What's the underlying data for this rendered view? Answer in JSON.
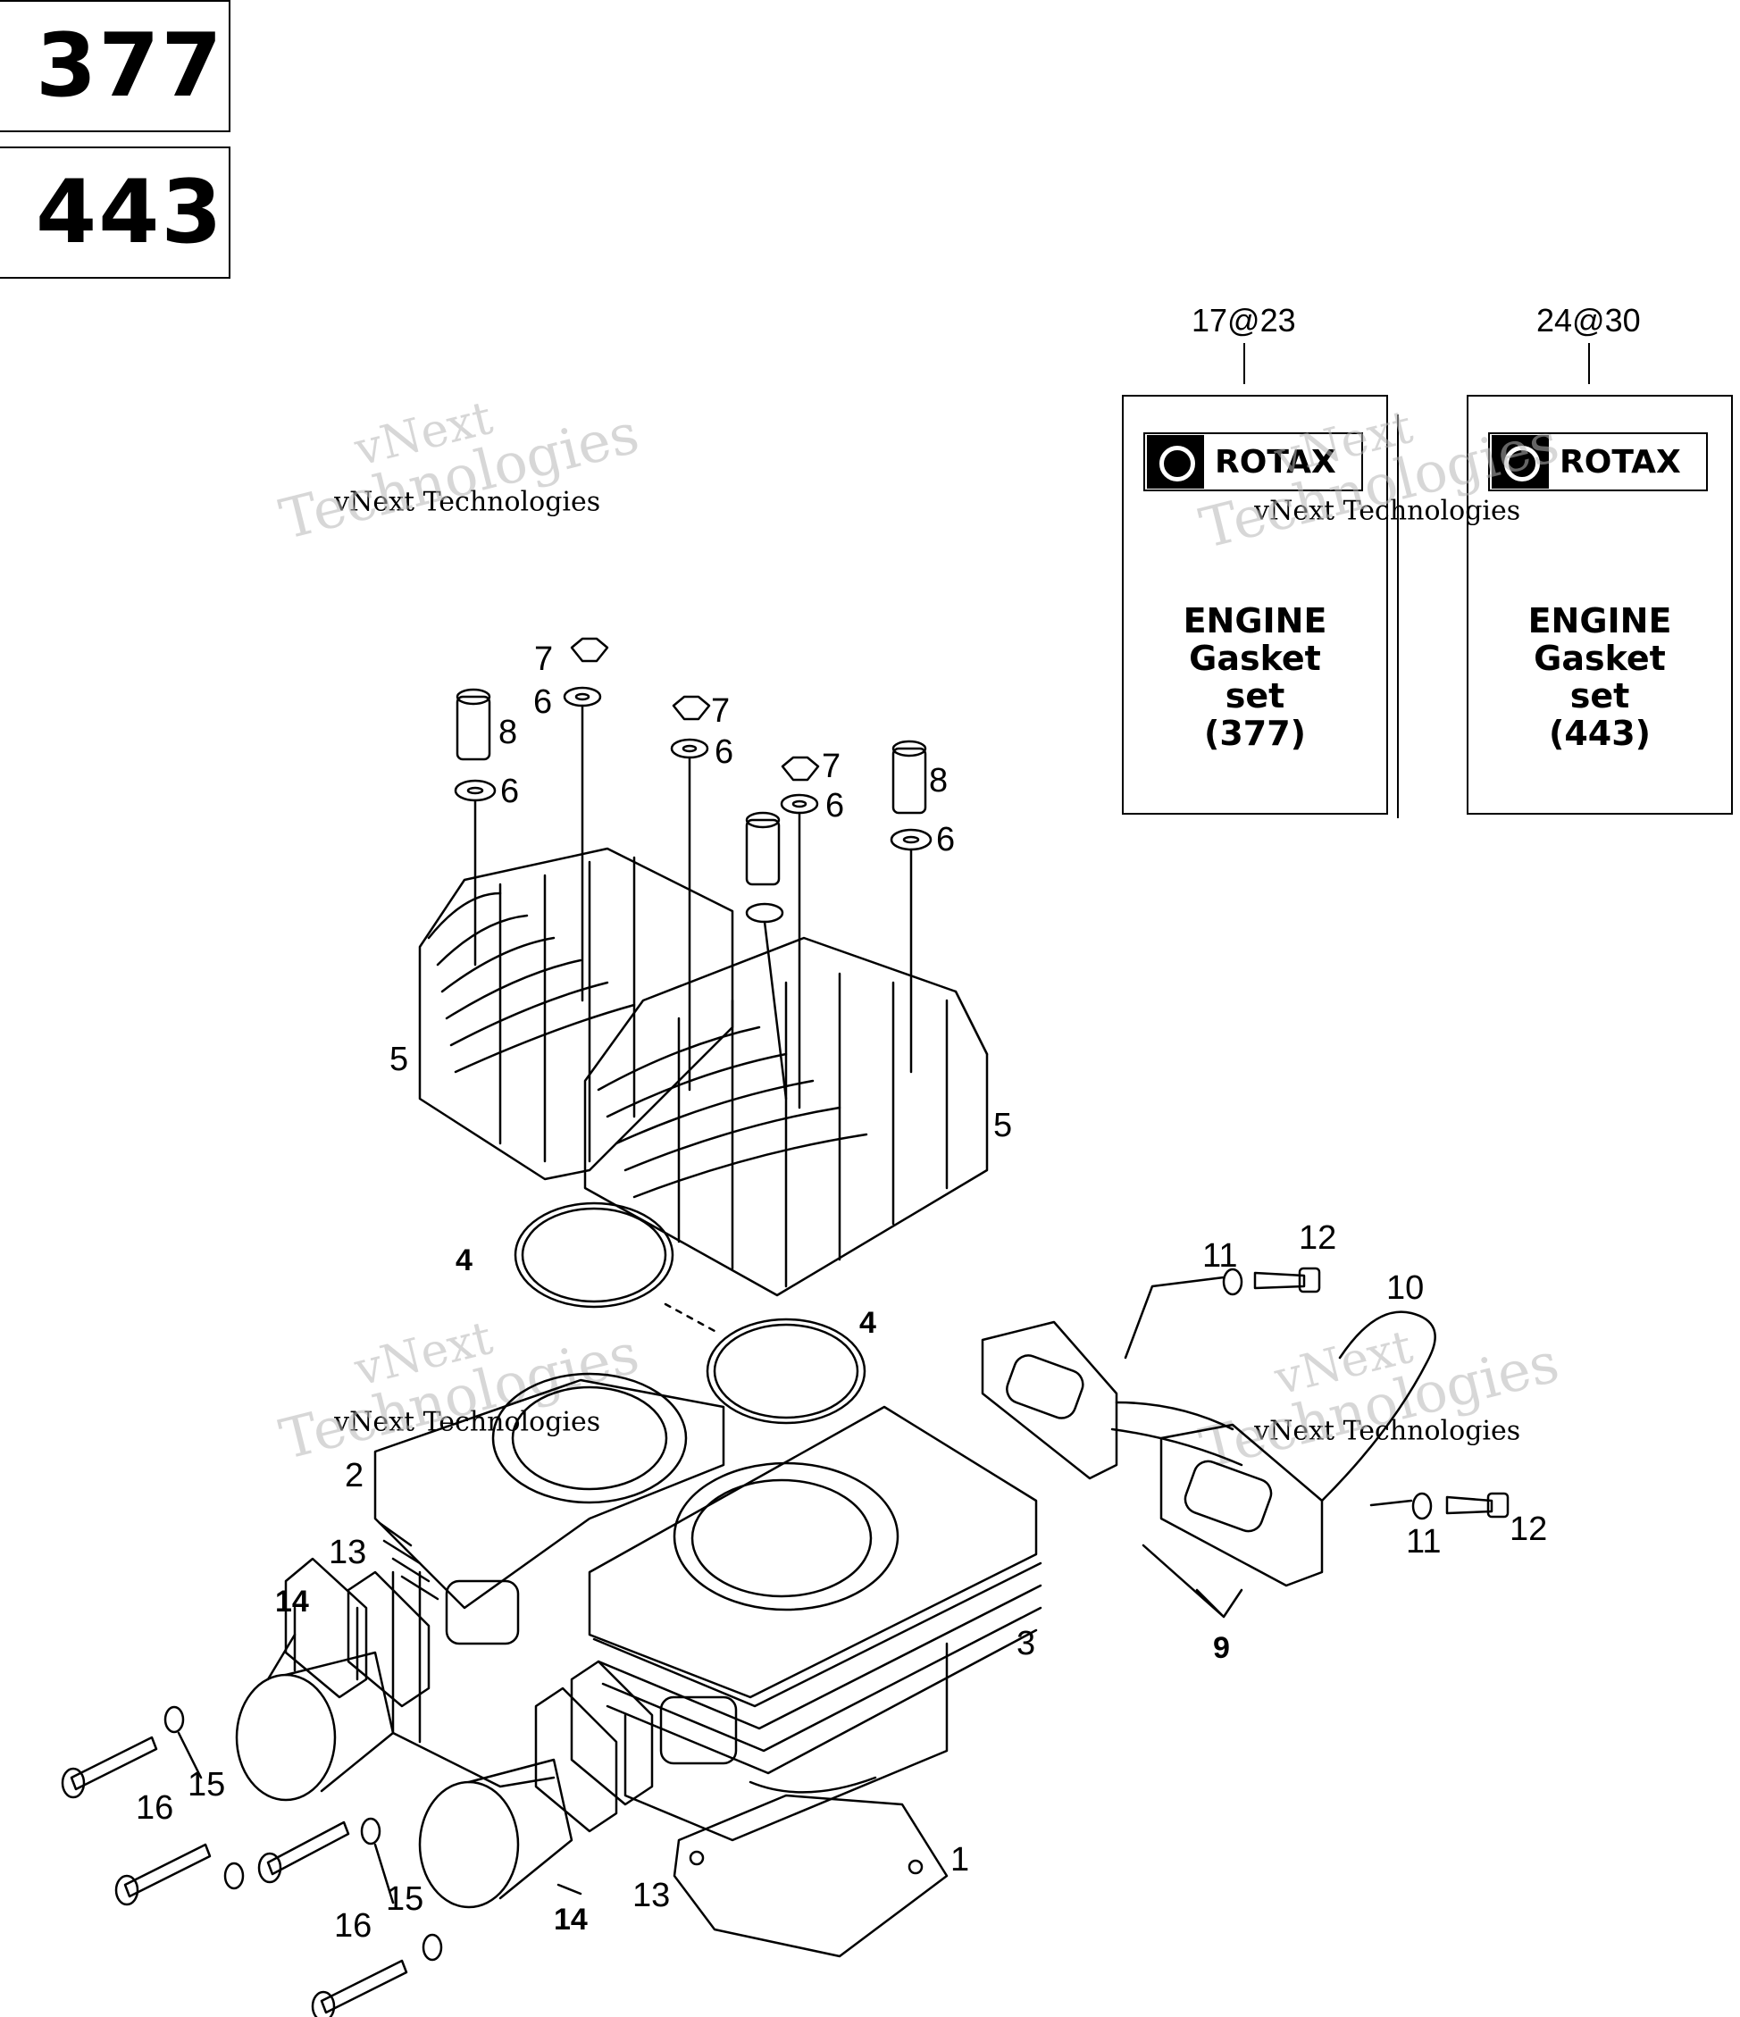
{
  "models": [
    "377",
    "443"
  ],
  "kits": [
    {
      "ref": "17@23",
      "brand": "ROTAX",
      "lines": [
        "ENGINE",
        "Gasket",
        "set",
        "(377)"
      ]
    },
    {
      "ref": "24@30",
      "brand": "ROTAX",
      "lines": [
        "ENGINE",
        "Gasket",
        "set",
        "(443)"
      ]
    }
  ],
  "watermark": {
    "line1": "vNext",
    "line2": "vNext Technologies",
    "line3": "Technologies"
  },
  "callouts": {
    "c7a": "7",
    "c6a": "6",
    "c8a": "8",
    "c6b": "6",
    "c7b": "7",
    "c6c": "6",
    "c7c": "7",
    "c6d": "6",
    "c8b": "8",
    "c6e": "6",
    "c5a": "5",
    "c5b": "5",
    "c4a": "4",
    "c4b": "4",
    "c11a": "11",
    "c12a": "12",
    "c10": "10",
    "c11b": "11",
    "c12b": "12",
    "c9": "9",
    "c2": "2",
    "c3": "3",
    "c13a": "13",
    "c14a": "14",
    "c15a": "15",
    "c16a": "16",
    "c15b": "15",
    "c16b": "16",
    "c14b": "14",
    "c13b": "13",
    "c1": "1"
  }
}
